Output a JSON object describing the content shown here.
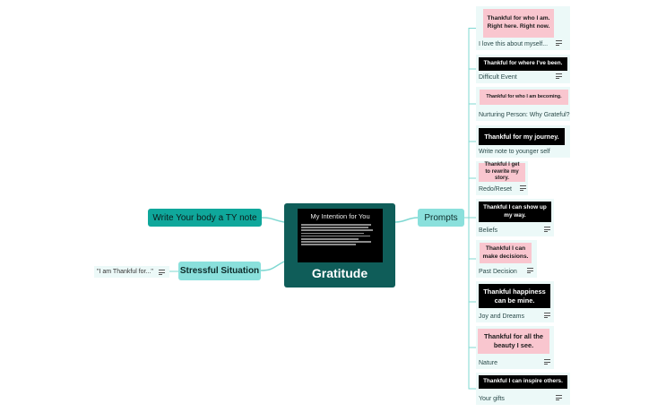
{
  "central": {
    "title": "Gratitude",
    "intention_title": "My Intention for You",
    "intention_line_count": 8
  },
  "branches": {
    "body_note": "Write Your body a TY note",
    "stressful": "Stressful Situation",
    "stressful_child": "\"I am Thankful for...\"",
    "prompts": "Prompts"
  },
  "prompts": [
    {
      "image_text": "Thankful for who I am. Right here. Right now.",
      "label": "I love this about myself...",
      "style": "pink"
    },
    {
      "image_text": "Thankful for where I've been.",
      "label": "Difficult Event",
      "style": "black"
    },
    {
      "image_text": "Thankful for who I am becoming.",
      "label": "Nurturing Person: Why Grateful?",
      "style": "pink"
    },
    {
      "image_text": "Thankful for my journey.",
      "label": "Write note to younger self",
      "style": "black"
    },
    {
      "image_text": "Thankful I get to rewrite my story.",
      "label": "Redo/Reset",
      "style": "pink"
    },
    {
      "image_text": "Thankful I can show up my way.",
      "label": "Beliefs",
      "style": "black"
    },
    {
      "image_text": "Thankful I can make decisions.",
      "label": "Past Decision",
      "style": "pink"
    },
    {
      "image_text": "Thankful happiness can be mine.",
      "label": "Joy and Dreams",
      "style": "black"
    },
    {
      "image_text": "Thankful for all the beauty I see.",
      "label": "Nature",
      "style": "pink"
    },
    {
      "image_text": "Thankful I can inspire others.",
      "label": "Your gifts",
      "style": "black"
    }
  ],
  "colors": {
    "central": "#0f5d59",
    "branch_dark": "#0fa79b",
    "branch_light": "#8ae0dc",
    "card_bg": "#ecf9f8",
    "connector": "#7fd8d2",
    "pink": "#f9c6cf"
  },
  "icons": {
    "notes": "notes-icon"
  }
}
